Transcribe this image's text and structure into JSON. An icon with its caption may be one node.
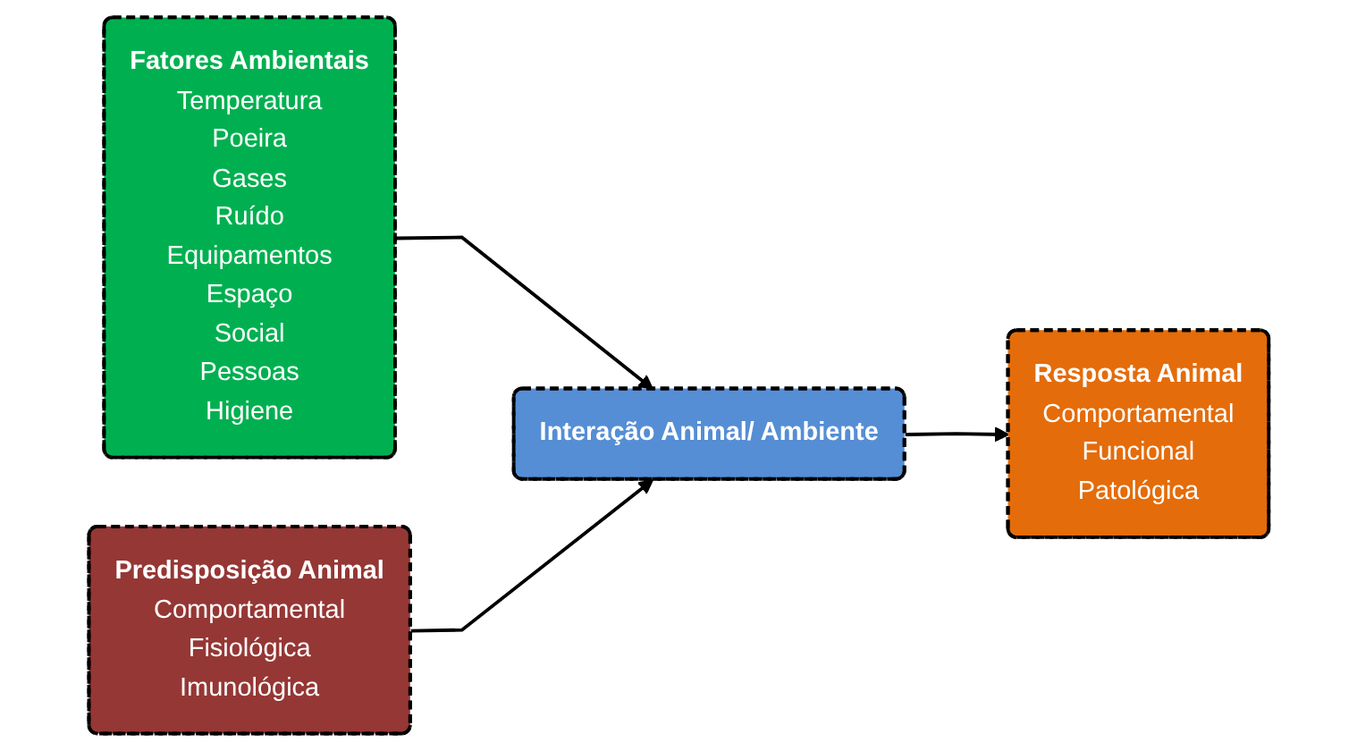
{
  "diagram": {
    "nodes": [
      {
        "text": [
          "Fatores Ambientais",
          "Temperatura",
          "Poeira",
          "Gases",
          "Ruído",
          "Equipamentos",
          "Espaço",
          "Social",
          "Pessoas",
          "Higiene"
        ]
      },
      {
        "text": [
          "Predisposição Animal",
          "Comportamental",
          "Fisiológica",
          "Imunológica"
        ]
      },
      {
        "text": [
          "Interação Animal/ Ambiente"
        ]
      },
      {
        "text": [
          "Resposta Animal",
          "Comportamental",
          "Funcional",
          "Patológica"
        ]
      }
    ],
    "edges": [
      {
        "from": 0,
        "to": 2,
        "arrow": "to"
      },
      {
        "from": 1,
        "to": 2,
        "arrow": "to"
      },
      {
        "from": 2,
        "to": 3,
        "arrow": "to"
      }
    ]
  }
}
